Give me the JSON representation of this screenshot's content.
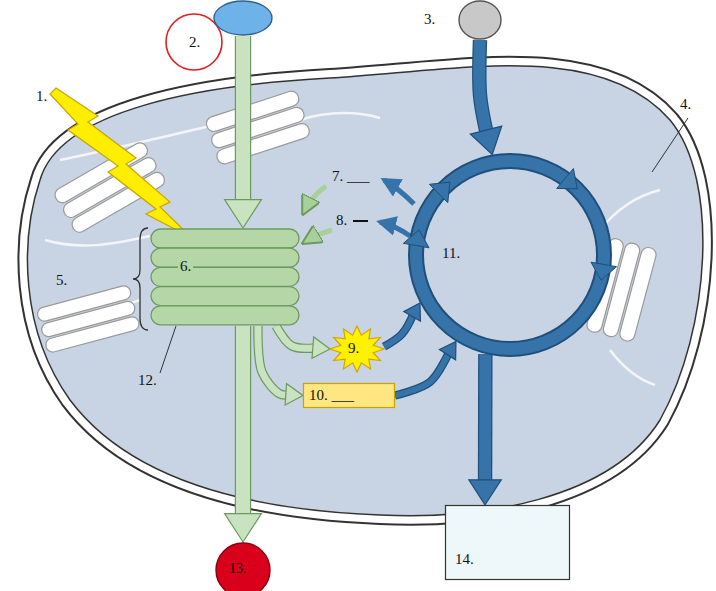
{
  "diagram": {
    "nodes": [
      {
        "text": [
          "2."
        ]
      },
      {
        "text": [
          "3."
        ]
      },
      {
        "text": [
          "6."
        ]
      },
      {
        "text": [
          "9."
        ]
      },
      {
        "text": [
          "10. ___"
        ]
      },
      {
        "text": [
          "11."
        ]
      },
      {
        "text": [
          "13."
        ]
      },
      {
        "text": [
          "14."
        ]
      }
    ],
    "edges": [
      {
        "from": 0,
        "to": 2,
        "arrow": "to"
      },
      {
        "from": 2,
        "to": 6,
        "arrow": "to"
      },
      {
        "from": 2,
        "to": 3,
        "arrow": "to"
      },
      {
        "from": 2,
        "to": 4,
        "arrow": "to"
      },
      {
        "from": 3,
        "to": 5,
        "arrow": "to"
      },
      {
        "from": 4,
        "to": 5,
        "arrow": "to"
      },
      {
        "from": 1,
        "to": 5,
        "arrow": "to"
      },
      {
        "from": 5,
        "to": 7,
        "arrow": "to"
      }
    ],
    "labels": [
      "1.",
      "4.",
      "5.",
      "7. ___",
      "8.",
      "12."
    ]
  }
}
